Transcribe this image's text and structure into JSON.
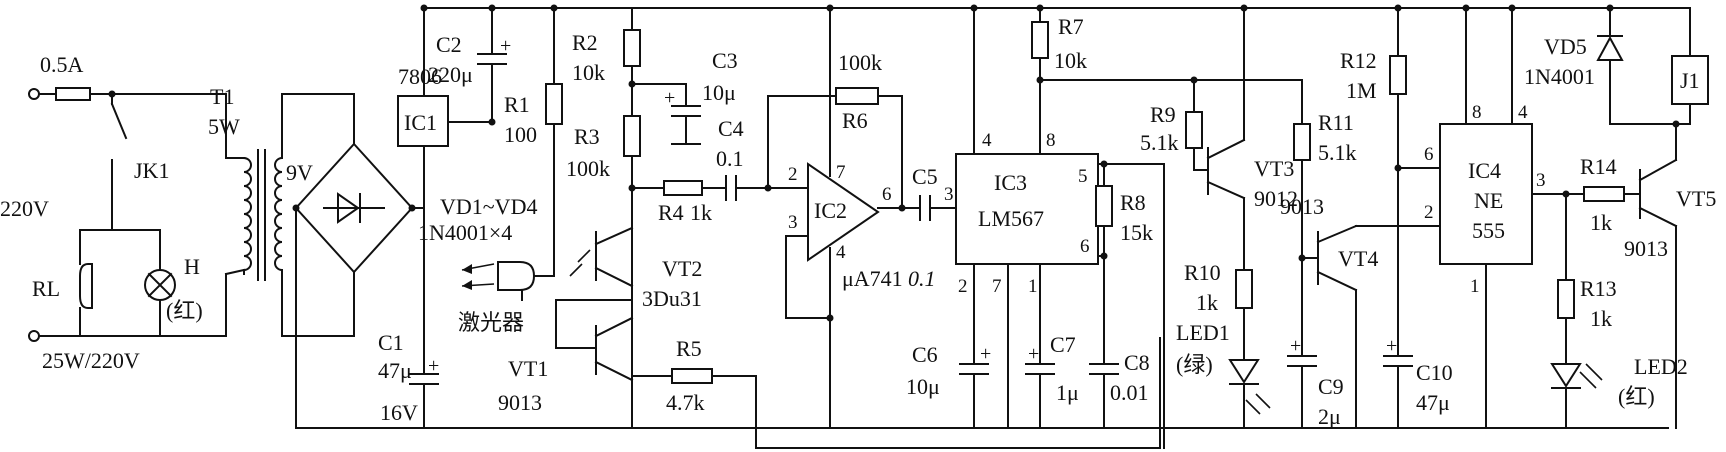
{
  "diagram": {
    "labels": {
      "fuse_rating": "0.5A",
      "switch": "JK1",
      "mains": "220V",
      "lamp_resistor": "RL",
      "lamp": "H",
      "lamp_color": "(红)",
      "lamp_rating": "25W/220V",
      "transformer": "T1",
      "transformer_power": "5W",
      "secondary_voltage": "9V",
      "regulator_part": "7806",
      "regulator": "IC1",
      "bridge": "VD1~VD4",
      "bridge_part": "1N4001×4",
      "c1": "C1",
      "c1_value": "47μ",
      "c1_voltage": "16V",
      "c2": "C2",
      "c2_value": "220μ",
      "r1": "R1",
      "r1_value": "100",
      "laser": "激光器",
      "r2": "R2",
      "r2_value": "10k",
      "r3": "R3",
      "r3_value": "100k",
      "c3": "C3",
      "c3_value": "10μ",
      "c4": "C4",
      "c4_value": "0.1",
      "r4": "R4",
      "r4_value": "1k",
      "vt2": "VT2",
      "vt2_part": "3Du31",
      "vt1": "VT1",
      "vt1_part": "9013",
      "r5": "R5",
      "r5_value": "4.7k",
      "r6": "R6",
      "r6_value": "100k",
      "ic2": "IC2",
      "ic2_part": "μA741",
      "c5": "C5",
      "c5_value": "0.1",
      "ic3": "IC3",
      "ic3_part": "LM567",
      "r7": "R7",
      "r7_value": "10k",
      "r8": "R8",
      "r8_value": "15k",
      "c6": "C6",
      "c6_value": "10μ",
      "c7": "C7",
      "c7_value": "1μ",
      "c8": "C8",
      "c8_value": "0.01",
      "r9": "R9",
      "r9_value": "5.1k",
      "vt3": "VT3",
      "vt3_part": "9012",
      "r10": "R10",
      "r10_value": "1k",
      "led1": "LED1",
      "led1_color": "(绿)",
      "r11": "R11",
      "r11_value": "5.1k",
      "vt4_part": "9013",
      "vt4": "VT4",
      "c9": "C9",
      "c9_value": "2μ",
      "r12": "R12",
      "r12_value": "1M",
      "c10": "C10",
      "c10_value": "47μ",
      "ic4": "IC4",
      "ic4_part1": "NE",
      "ic4_part2": "555",
      "vd5": "VD5",
      "vd5_part": "1N4001",
      "relay": "J1",
      "r14": "R14",
      "r14_value": "1k",
      "vt5": "VT5",
      "vt5_part": "9013",
      "r13": "R13",
      "r13_value": "1k",
      "led2": "LED2",
      "led2_color": "(红)"
    },
    "pins": {
      "ic2_in_minus": "2",
      "ic2_in_plus": "3",
      "ic2_vcc": "7",
      "ic2_out": "6",
      "ic2_gnd": "4",
      "ic3_p3": "3",
      "ic3_p4": "4",
      "ic3_p8": "8",
      "ic3_p5": "5",
      "ic3_p6": "6",
      "ic3_p2": "2",
      "ic3_p7": "7",
      "ic3_p1": "1",
      "ic4_p8": "8",
      "ic4_p4": "4",
      "ic4_p6": "6",
      "ic4_p2": "2",
      "ic4_p3": "3",
      "ic4_p1": "1"
    }
  }
}
